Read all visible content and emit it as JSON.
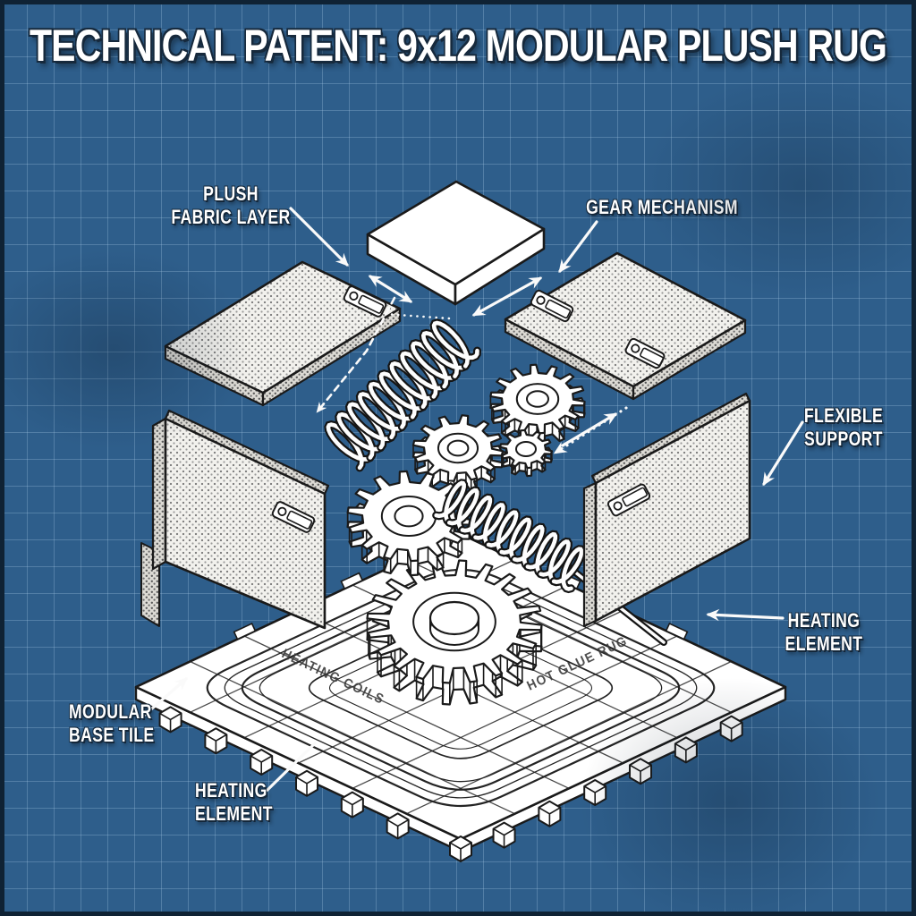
{
  "title": "TECHNICAL PATENT: 9x12 MODULAR PLUSH RUG",
  "labels": {
    "plush_fabric_layer": "PLUSH\nFABRIC LAYER",
    "gear_mechanism": "GEAR MECHANISM",
    "flexible_support": "FLEXIBLE\nSUPPORT",
    "heating_element_right": "HEATING\nELEMENT",
    "modular_base_tile": "MODULAR\nBASE TILE",
    "heating_element_bottom": "HEATING\nELEMENT"
  },
  "base_engravings": {
    "left": "HEATING COILS",
    "right": "HOT GLUE RUG"
  },
  "colors": {
    "blueprint_background": "#2e5e8b",
    "grid_line": "#a5c8e4",
    "ink_outline": "#1a1a1a",
    "paper_white": "#ffffff",
    "label_text": "#ffffff",
    "label_shadow": "#14273a"
  }
}
